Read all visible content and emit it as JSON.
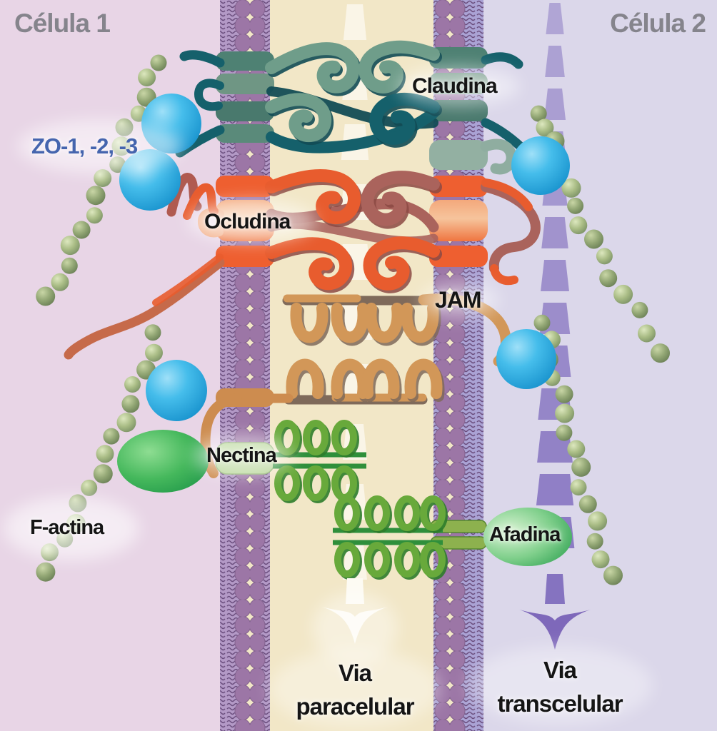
{
  "cells": {
    "cell1": "Célula 1",
    "cell2": "Célula 2"
  },
  "proteins": {
    "zo": "ZO-1, -2, -3",
    "claudin": "Claudina",
    "occludin": "Ocludina",
    "jam": "JAM",
    "nectin": "Nectina",
    "afadin": "Afadina",
    "factin": "F-actina"
  },
  "pathways": {
    "paracellular": {
      "line1": "Via",
      "line2": "paracelular"
    },
    "transcellular": {
      "line1": "Via",
      "line2": "transcelular"
    }
  },
  "colors": {
    "cell1_bg": "#e8d5e6",
    "cell2_bg": "#dbd7ea",
    "paracellular_space": "#f2e7c7",
    "membrane_head": "#9c76a6",
    "membrane_core": "#b399c6",
    "claudin_dark": "#15606b",
    "claudin_light": "#6f9d8a",
    "occludin_bright": "#e85c2e",
    "occludin_dusty": "#aa635c",
    "jam_tan": "#d29758",
    "jam_dark": "#7f6a5a",
    "nectin_bright": "#68a93b",
    "nectin_dark": "#2e7d2b",
    "afadin_green": "#3aa85a",
    "zo_blue": "#38b4e8",
    "factin_green": "#9fb37e",
    "arrow_white": "#fbf7ec",
    "arrow_purple": "#8573c0",
    "cell_label_gray": "#85848c",
    "zo_label_blue": "#4565ae",
    "label_black": "#151515"
  }
}
